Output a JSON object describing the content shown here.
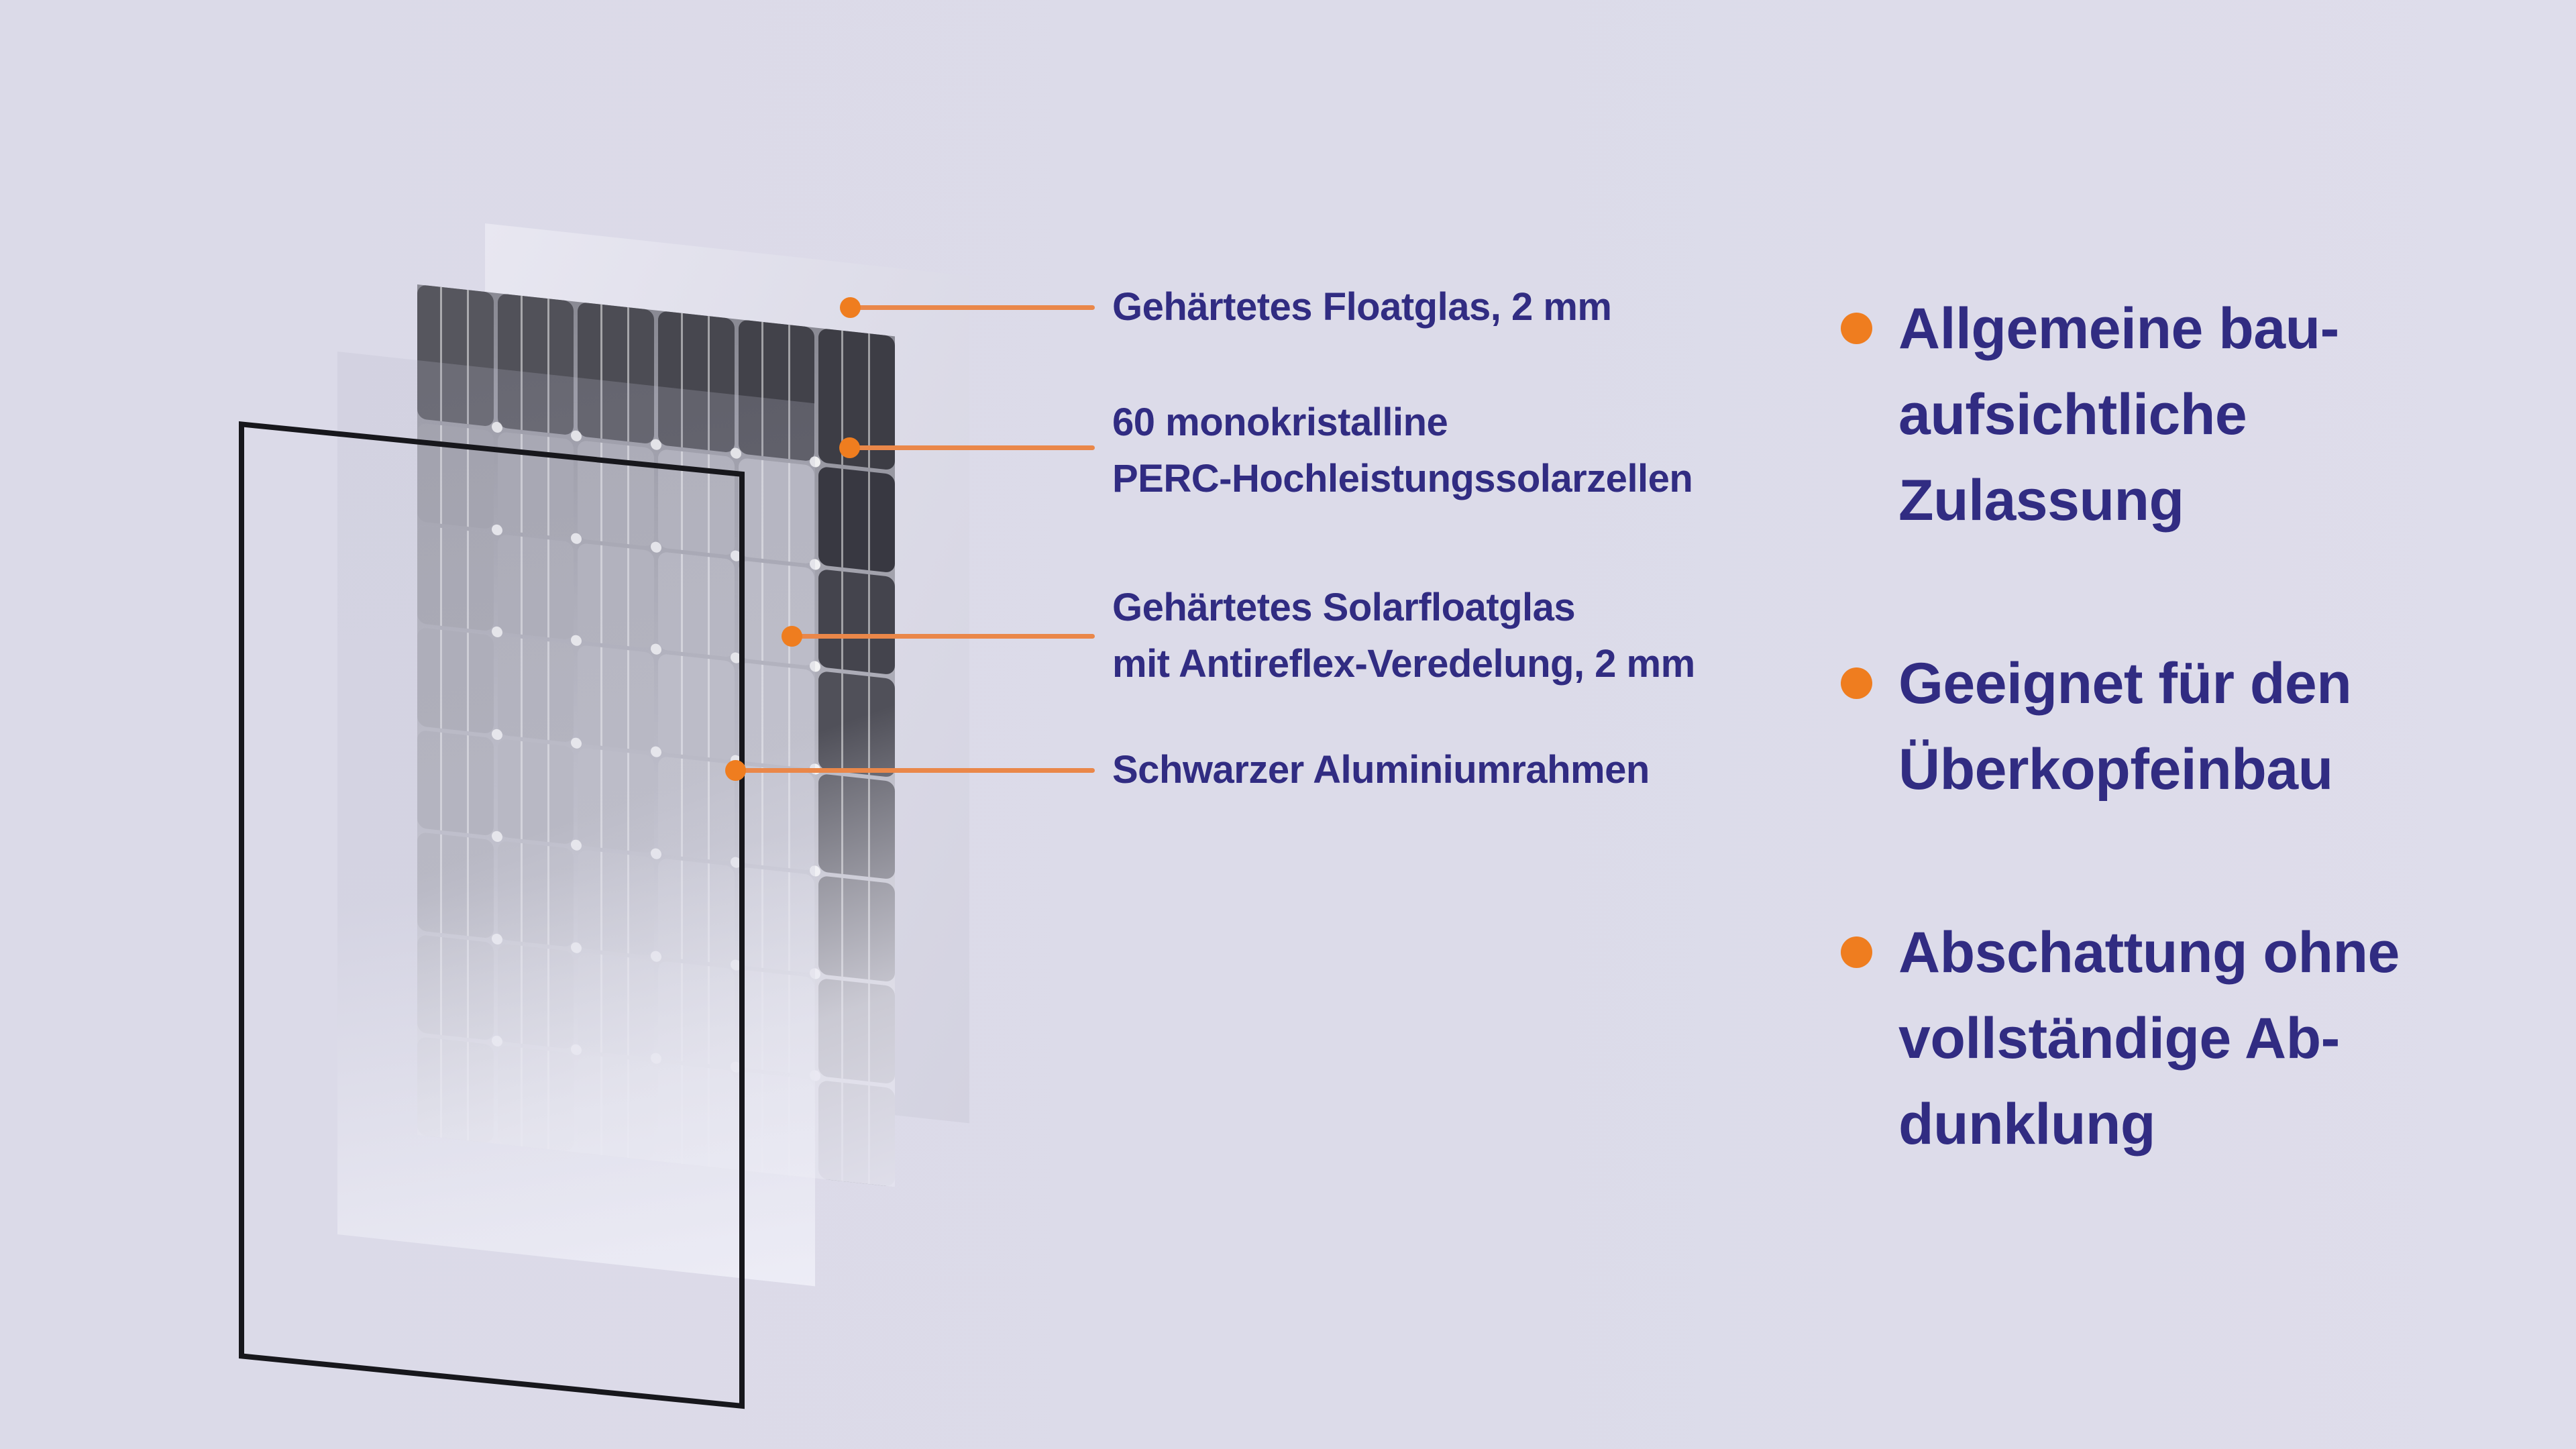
{
  "colors": {
    "background": "#dcdbe9",
    "accent_orange": "#EF7D1F",
    "callout_line_orange": "#EA8749",
    "text_navy": "#312C82",
    "frame_black": "#17171C",
    "cell_dark": "#3d3d45",
    "cell_covered": "#a2a2ad",
    "glass_light": "#e8e7f1"
  },
  "diagram": {
    "layers": [
      {
        "name": "tempered-float-glass-pane"
      },
      {
        "name": "solar-cell-matrix",
        "cell_columns": 6
      },
      {
        "name": "tempered-solar-float-glass-pane"
      },
      {
        "name": "black-aluminium-frame"
      }
    ],
    "callouts": [
      {
        "id": "floatglas",
        "lines": [
          "Gehärtetes Floatglas, 2 mm"
        ]
      },
      {
        "id": "solarzellen",
        "lines": [
          "60 monokristalline",
          "PERC-Hochleistungssolarzellen"
        ]
      },
      {
        "id": "solarfloatglas",
        "lines": [
          "Gehärtetes Solarfloatglas",
          "mit Antireflex-Veredelung, 2 mm"
        ]
      },
      {
        "id": "aluminiumrahmen",
        "lines": [
          "Schwarzer Aluminiumrahmen"
        ]
      }
    ]
  },
  "benefits": [
    {
      "lines": [
        "Allgemeine bau-",
        "aufsichtliche",
        "Zulassung"
      ]
    },
    {
      "lines": [
        "Geeignet für den",
        "Überkopfeinbau"
      ]
    },
    {
      "lines": [
        "Abschattung ohne",
        "vollständige Ab-",
        "dunklung"
      ]
    }
  ]
}
